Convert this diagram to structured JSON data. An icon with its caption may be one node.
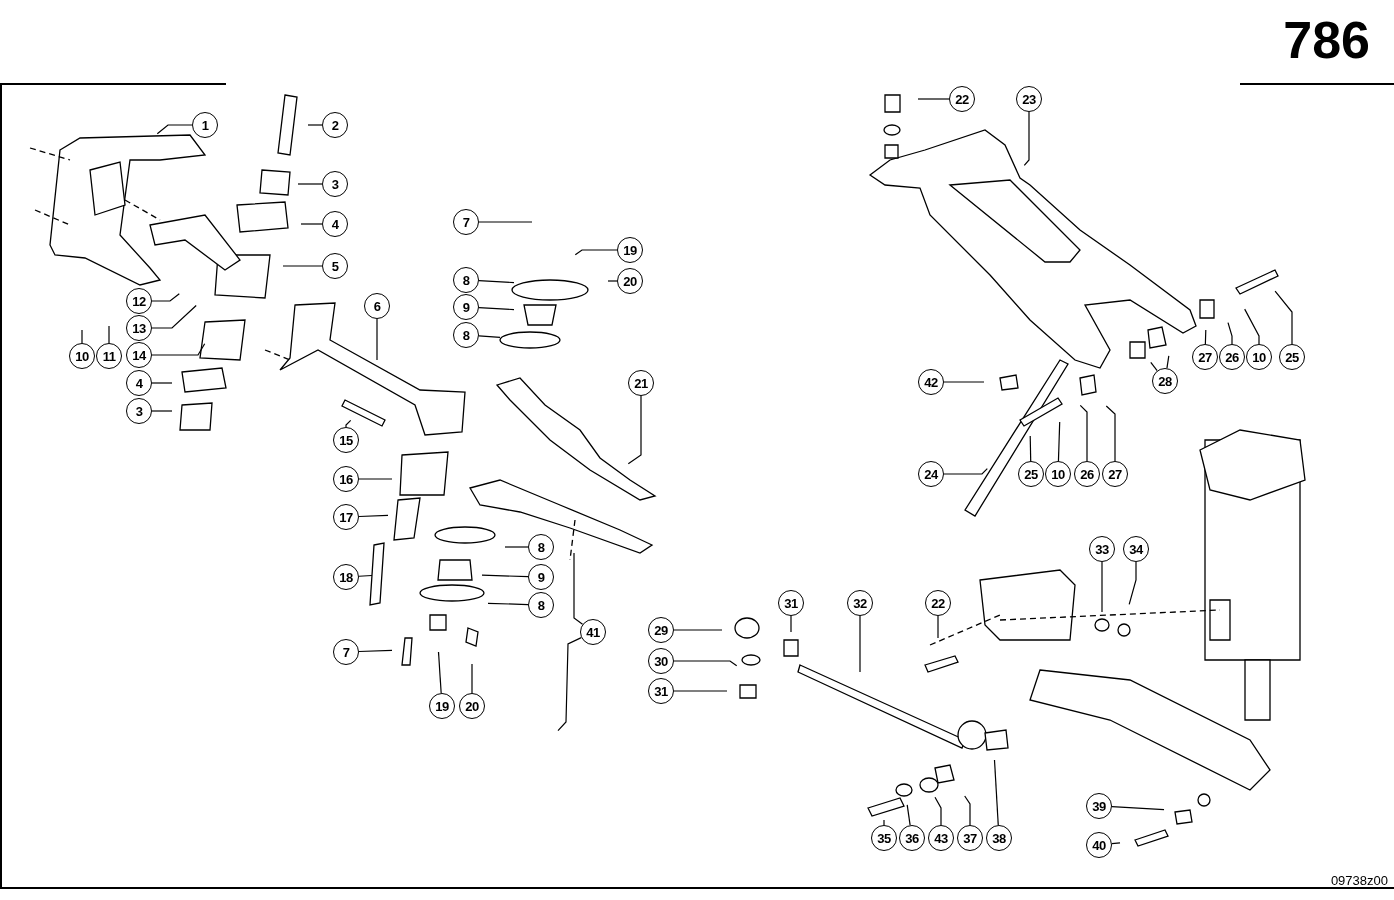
{
  "diagram": {
    "nodes": [
      {
        "text": [
          "1"
        ]
      },
      {
        "text": [
          "2"
        ]
      },
      {
        "text": [
          "3"
        ]
      },
      {
        "text": [
          "4"
        ]
      },
      {
        "text": [
          "5"
        ]
      },
      {
        "text": [
          "6"
        ]
      },
      {
        "text": [
          "7"
        ]
      },
      {
        "text": [
          "19"
        ]
      },
      {
        "text": [
          "20"
        ]
      },
      {
        "text": [
          "8"
        ]
      },
      {
        "text": [
          "9"
        ]
      },
      {
        "text": [
          "8"
        ]
      },
      {
        "text": [
          "21"
        ]
      },
      {
        "text": [
          "12"
        ]
      },
      {
        "text": [
          "13"
        ]
      },
      {
        "text": [
          "14"
        ]
      },
      {
        "text": [
          "10"
        ]
      },
      {
        "text": [
          "11"
        ]
      },
      {
        "text": [
          "4"
        ]
      },
      {
        "text": [
          "3"
        ]
      },
      {
        "text": [
          "15"
        ]
      },
      {
        "text": [
          "16"
        ]
      },
      {
        "text": [
          "17"
        ]
      },
      {
        "text": [
          "18"
        ]
      },
      {
        "text": [
          "7"
        ]
      },
      {
        "text": [
          "8"
        ]
      },
      {
        "text": [
          "9"
        ]
      },
      {
        "text": [
          "8"
        ]
      },
      {
        "text": [
          "19"
        ]
      },
      {
        "text": [
          "20"
        ]
      },
      {
        "text": [
          "41"
        ]
      },
      {
        "text": [
          "22"
        ]
      },
      {
        "text": [
          "23"
        ]
      },
      {
        "text": [
          "42"
        ]
      },
      {
        "text": [
          "28"
        ]
      },
      {
        "text": [
          "27"
        ]
      },
      {
        "text": [
          "26"
        ]
      },
      {
        "text": [
          "10"
        ]
      },
      {
        "text": [
          "25"
        ]
      },
      {
        "text": [
          "25"
        ]
      },
      {
        "text": [
          "10"
        ]
      },
      {
        "text": [
          "26"
        ]
      },
      {
        "text": [
          "27"
        ]
      },
      {
        "text": [
          "24"
        ]
      },
      {
        "text": [
          "29"
        ]
      },
      {
        "text": [
          "30"
        ]
      },
      {
        "text": [
          "31"
        ]
      },
      {
        "text": [
          "31"
        ]
      },
      {
        "text": [
          "32"
        ]
      },
      {
        "text": [
          "22"
        ]
      },
      {
        "text": [
          "33"
        ]
      },
      {
        "text": [
          "34"
        ]
      },
      {
        "text": [
          "35"
        ]
      },
      {
        "text": [
          "36"
        ]
      },
      {
        "text": [
          "43"
        ]
      },
      {
        "text": [
          "37"
        ]
      },
      {
        "text": [
          "38"
        ]
      },
      {
        "text": [
          "39"
        ]
      },
      {
        "text": [
          "40"
        ]
      }
    ],
    "edges": [
      {
        "from": 0,
        "to": null,
        "arrow": "none"
      },
      {
        "from": 1,
        "to": null,
        "arrow": "none"
      },
      {
        "from": 2,
        "to": null,
        "arrow": "none"
      },
      {
        "from": 3,
        "to": null,
        "arrow": "none"
      },
      {
        "from": 4,
        "to": null,
        "arrow": "none"
      },
      {
        "from": 5,
        "to": null,
        "arrow": "none"
      },
      {
        "from": 6,
        "to": null,
        "arrow": "none"
      },
      {
        "from": 7,
        "to": null,
        "arrow": "none"
      },
      {
        "from": 8,
        "to": null,
        "arrow": "none"
      },
      {
        "from": 9,
        "to": null,
        "arrow": "none"
      },
      {
        "from": 10,
        "to": null,
        "arrow": "none"
      },
      {
        "from": 11,
        "to": null,
        "arrow": "none"
      },
      {
        "from": 12,
        "to": null,
        "arrow": "none"
      },
      {
        "from": 13,
        "to": null,
        "arrow": "none"
      },
      {
        "from": 14,
        "to": null,
        "arrow": "none"
      },
      {
        "from": 15,
        "to": null,
        "arrow": "none"
      },
      {
        "from": 16,
        "to": null,
        "arrow": "none"
      },
      {
        "from": 17,
        "to": null,
        "arrow": "none"
      },
      {
        "from": 18,
        "to": null,
        "arrow": "none"
      },
      {
        "from": 19,
        "to": null,
        "arrow": "none"
      },
      {
        "from": 20,
        "to": null,
        "arrow": "none"
      },
      {
        "from": 21,
        "to": null,
        "arrow": "none"
      },
      {
        "from": 22,
        "to": null,
        "arrow": "none"
      },
      {
        "from": 23,
        "to": null,
        "arrow": "none"
      },
      {
        "from": 24,
        "to": null,
        "arrow": "none"
      },
      {
        "from": 25,
        "to": null,
        "arrow": "none"
      },
      {
        "from": 26,
        "to": null,
        "arrow": "none"
      },
      {
        "from": 27,
        "to": null,
        "arrow": "none"
      },
      {
        "from": 28,
        "to": null,
        "arrow": "none"
      },
      {
        "from": 29,
        "to": null,
        "arrow": "none"
      },
      {
        "from": 30,
        "to": null,
        "arrow": "none"
      },
      {
        "from": 30,
        "to": null,
        "arrow": "none"
      },
      {
        "from": 31,
        "to": null,
        "arrow": "none"
      },
      {
        "from": 32,
        "to": null,
        "arrow": "none"
      },
      {
        "from": 33,
        "to": null,
        "arrow": "none"
      },
      {
        "from": 34,
        "to": null,
        "arrow": "none"
      },
      {
        "from": 34,
        "to": null,
        "arrow": "none"
      },
      {
        "from": 35,
        "to": null,
        "arrow": "none"
      },
      {
        "from": 36,
        "to": null,
        "arrow": "none"
      },
      {
        "from": 37,
        "to": null,
        "arrow": "none"
      },
      {
        "from": 38,
        "to": null,
        "arrow": "none"
      },
      {
        "from": 39,
        "to": null,
        "arrow": "none"
      },
      {
        "from": 40,
        "to": null,
        "arrow": "none"
      },
      {
        "from": 41,
        "to": null,
        "arrow": "none"
      },
      {
        "from": 42,
        "to": null,
        "arrow": "none"
      },
      {
        "from": 43,
        "to": null,
        "arrow": "none"
      },
      {
        "from": 44,
        "to": null,
        "arrow": "none"
      },
      {
        "from": 45,
        "to": null,
        "arrow": "none"
      },
      {
        "from": 46,
        "to": null,
        "arrow": "none"
      },
      {
        "from": 47,
        "to": null,
        "arrow": "none"
      },
      {
        "from": 48,
        "to": null,
        "arrow": "none"
      },
      {
        "from": 49,
        "to": null,
        "arrow": "none"
      },
      {
        "from": 50,
        "to": null,
        "arrow": "none"
      },
      {
        "from": 51,
        "to": null,
        "arrow": "none"
      },
      {
        "from": 52,
        "to": null,
        "arrow": "none"
      },
      {
        "from": 53,
        "to": null,
        "arrow": "none"
      },
      {
        "from": 54,
        "to": null,
        "arrow": "none"
      },
      {
        "from": 55,
        "to": null,
        "arrow": "none"
      },
      {
        "from": 56,
        "to": null,
        "arrow": "none"
      },
      {
        "from": 57,
        "to": null,
        "arrow": "none"
      },
      {
        "from": 58,
        "to": null,
        "arrow": "none"
      }
    ],
    "labels": [
      "786",
      "09738z00"
    ]
  }
}
